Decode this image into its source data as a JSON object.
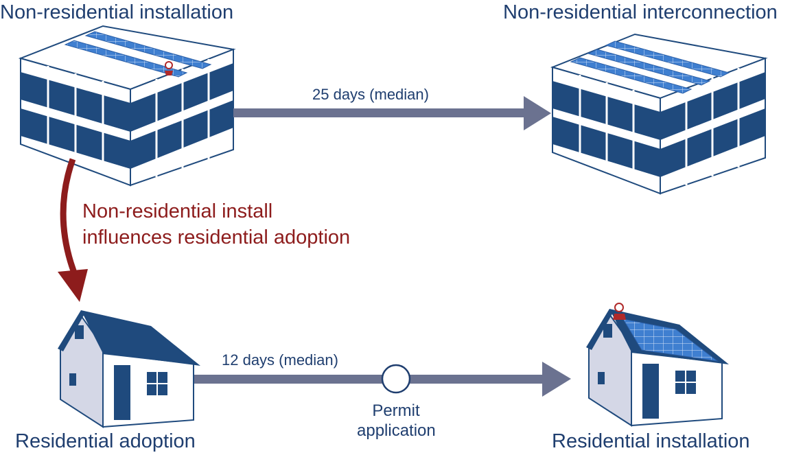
{
  "labels": {
    "nonres_install": "Non-residential installation",
    "nonres_interconnect": "Non-residential interconnection",
    "res_adoption": "Residential adoption",
    "res_install": "Residential installation",
    "nonres_duration": "25 days (median)",
    "res_duration": "12 days (median)",
    "influence_line1": "Non-residential install",
    "influence_line2": "influences residential adoption",
    "permit_line1": "Permit",
    "permit_line2": "application"
  },
  "colors": {
    "navy": "#1f4a7d",
    "arrow_gray_blue": "#6b7290",
    "influence_red": "#8d1c1c",
    "text_navy": "#1f3e6f",
    "solar_blue": "#3f7fd0",
    "wall_light": "#d4d7e6"
  },
  "icons": {
    "nonres_install": "office-building-solar-icon",
    "nonres_interconnect": "office-building-solar-full-icon",
    "res_adoption": "house-icon",
    "res_install": "house-solar-icon",
    "worker": "installer-worker-icon",
    "permit": "permit-milestone-circle"
  }
}
